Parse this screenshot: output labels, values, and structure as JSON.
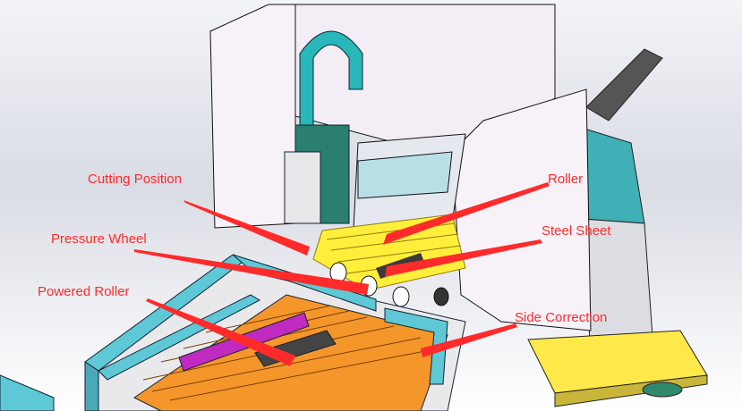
{
  "colors": {
    "annotation": "#ff2a2a",
    "frame": "#5fc8d6",
    "roller_yellow": "#ffef3a",
    "roller_orange": "#f5962a",
    "housing": "#f7f3f8",
    "chain": "#2ab7b9"
  },
  "labels": {
    "cutting_position": "Cutting Position",
    "roller": "Roller",
    "pressure_wheel": "Pressure Wheel",
    "steel_sheet": "Steel Sheet",
    "powered_roller": "Powered Roller",
    "side_correction": "Side Correction"
  }
}
